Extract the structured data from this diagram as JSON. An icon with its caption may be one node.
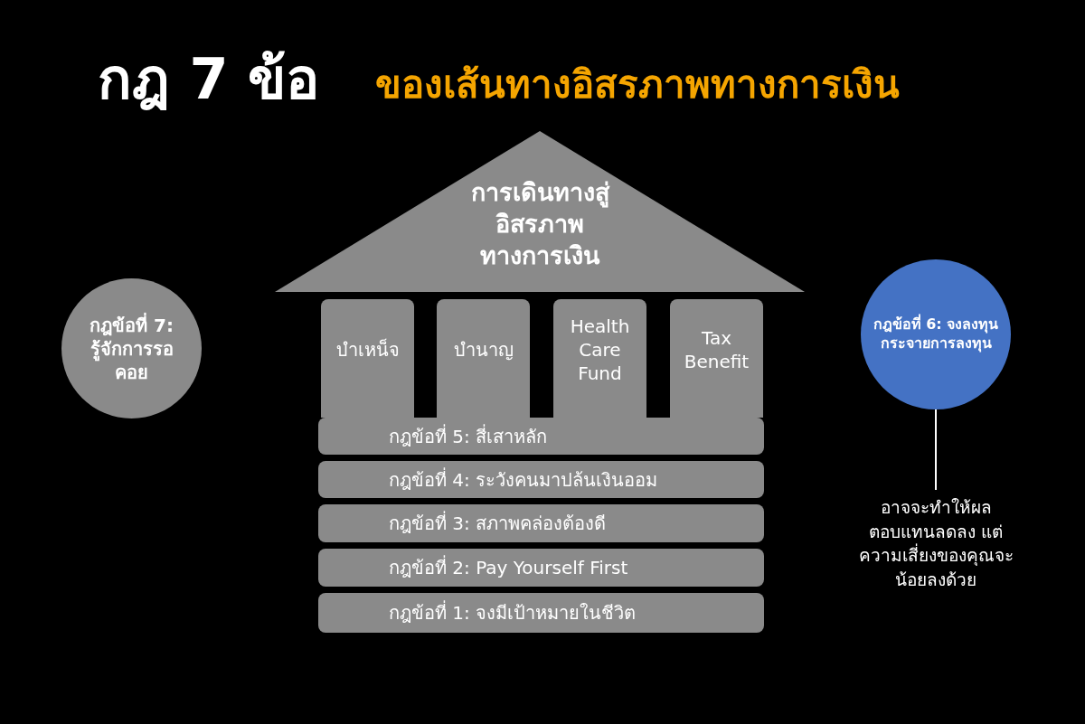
{
  "diagram": {
    "title": "กฎ 7 ข้อ",
    "nodes": [
      {
        "text": [
          "การเดินทางสู่อิสรภาพทางการเงิน"
        ]
      },
      {
        "text": [
          "บำเหน็จ"
        ]
      },
      {
        "text": [
          "บำนาญ"
        ]
      },
      {
        "text": [
          "Health Care Fund"
        ]
      },
      {
        "text": [
          "Tax Benefit"
        ]
      },
      {
        "text": [
          "กฎข้อที่ 5: สี่เสาหลัก"
        ]
      },
      {
        "text": [
          "กฎข้อที่ 4: ระวังคนมาปล้นเงินออม"
        ]
      },
      {
        "text": [
          "กฎข้อที่ 3: สภาพคล่องต้องดี"
        ]
      },
      {
        "text": [
          "กฎข้อที่ 2: Pay Yourself First"
        ]
      },
      {
        "text": [
          "กฎข้อที่ 1: จงมีเป้าหมายในชีวิต"
        ]
      },
      {
        "text": [
          "กฎข้อที่ 7: รู้จักการรอคอย"
        ]
      },
      {
        "text": [
          "กฎข้อที่ 6: จงลงทุน กระจายการลงทุน"
        ]
      },
      {
        "text": [
          "อาจจะทำให้ผลตอบแทนลดลง แต่ความเสี่ยงของคุณจะน้อยลงด้วย"
        ]
      }
    ],
    "edges": [
      {
        "from": 11,
        "to": 12,
        "arrow": "none"
      }
    ],
    "labels": [
      "ของเส้นทางอิสรภาพทางการเงิน"
    ]
  }
}
